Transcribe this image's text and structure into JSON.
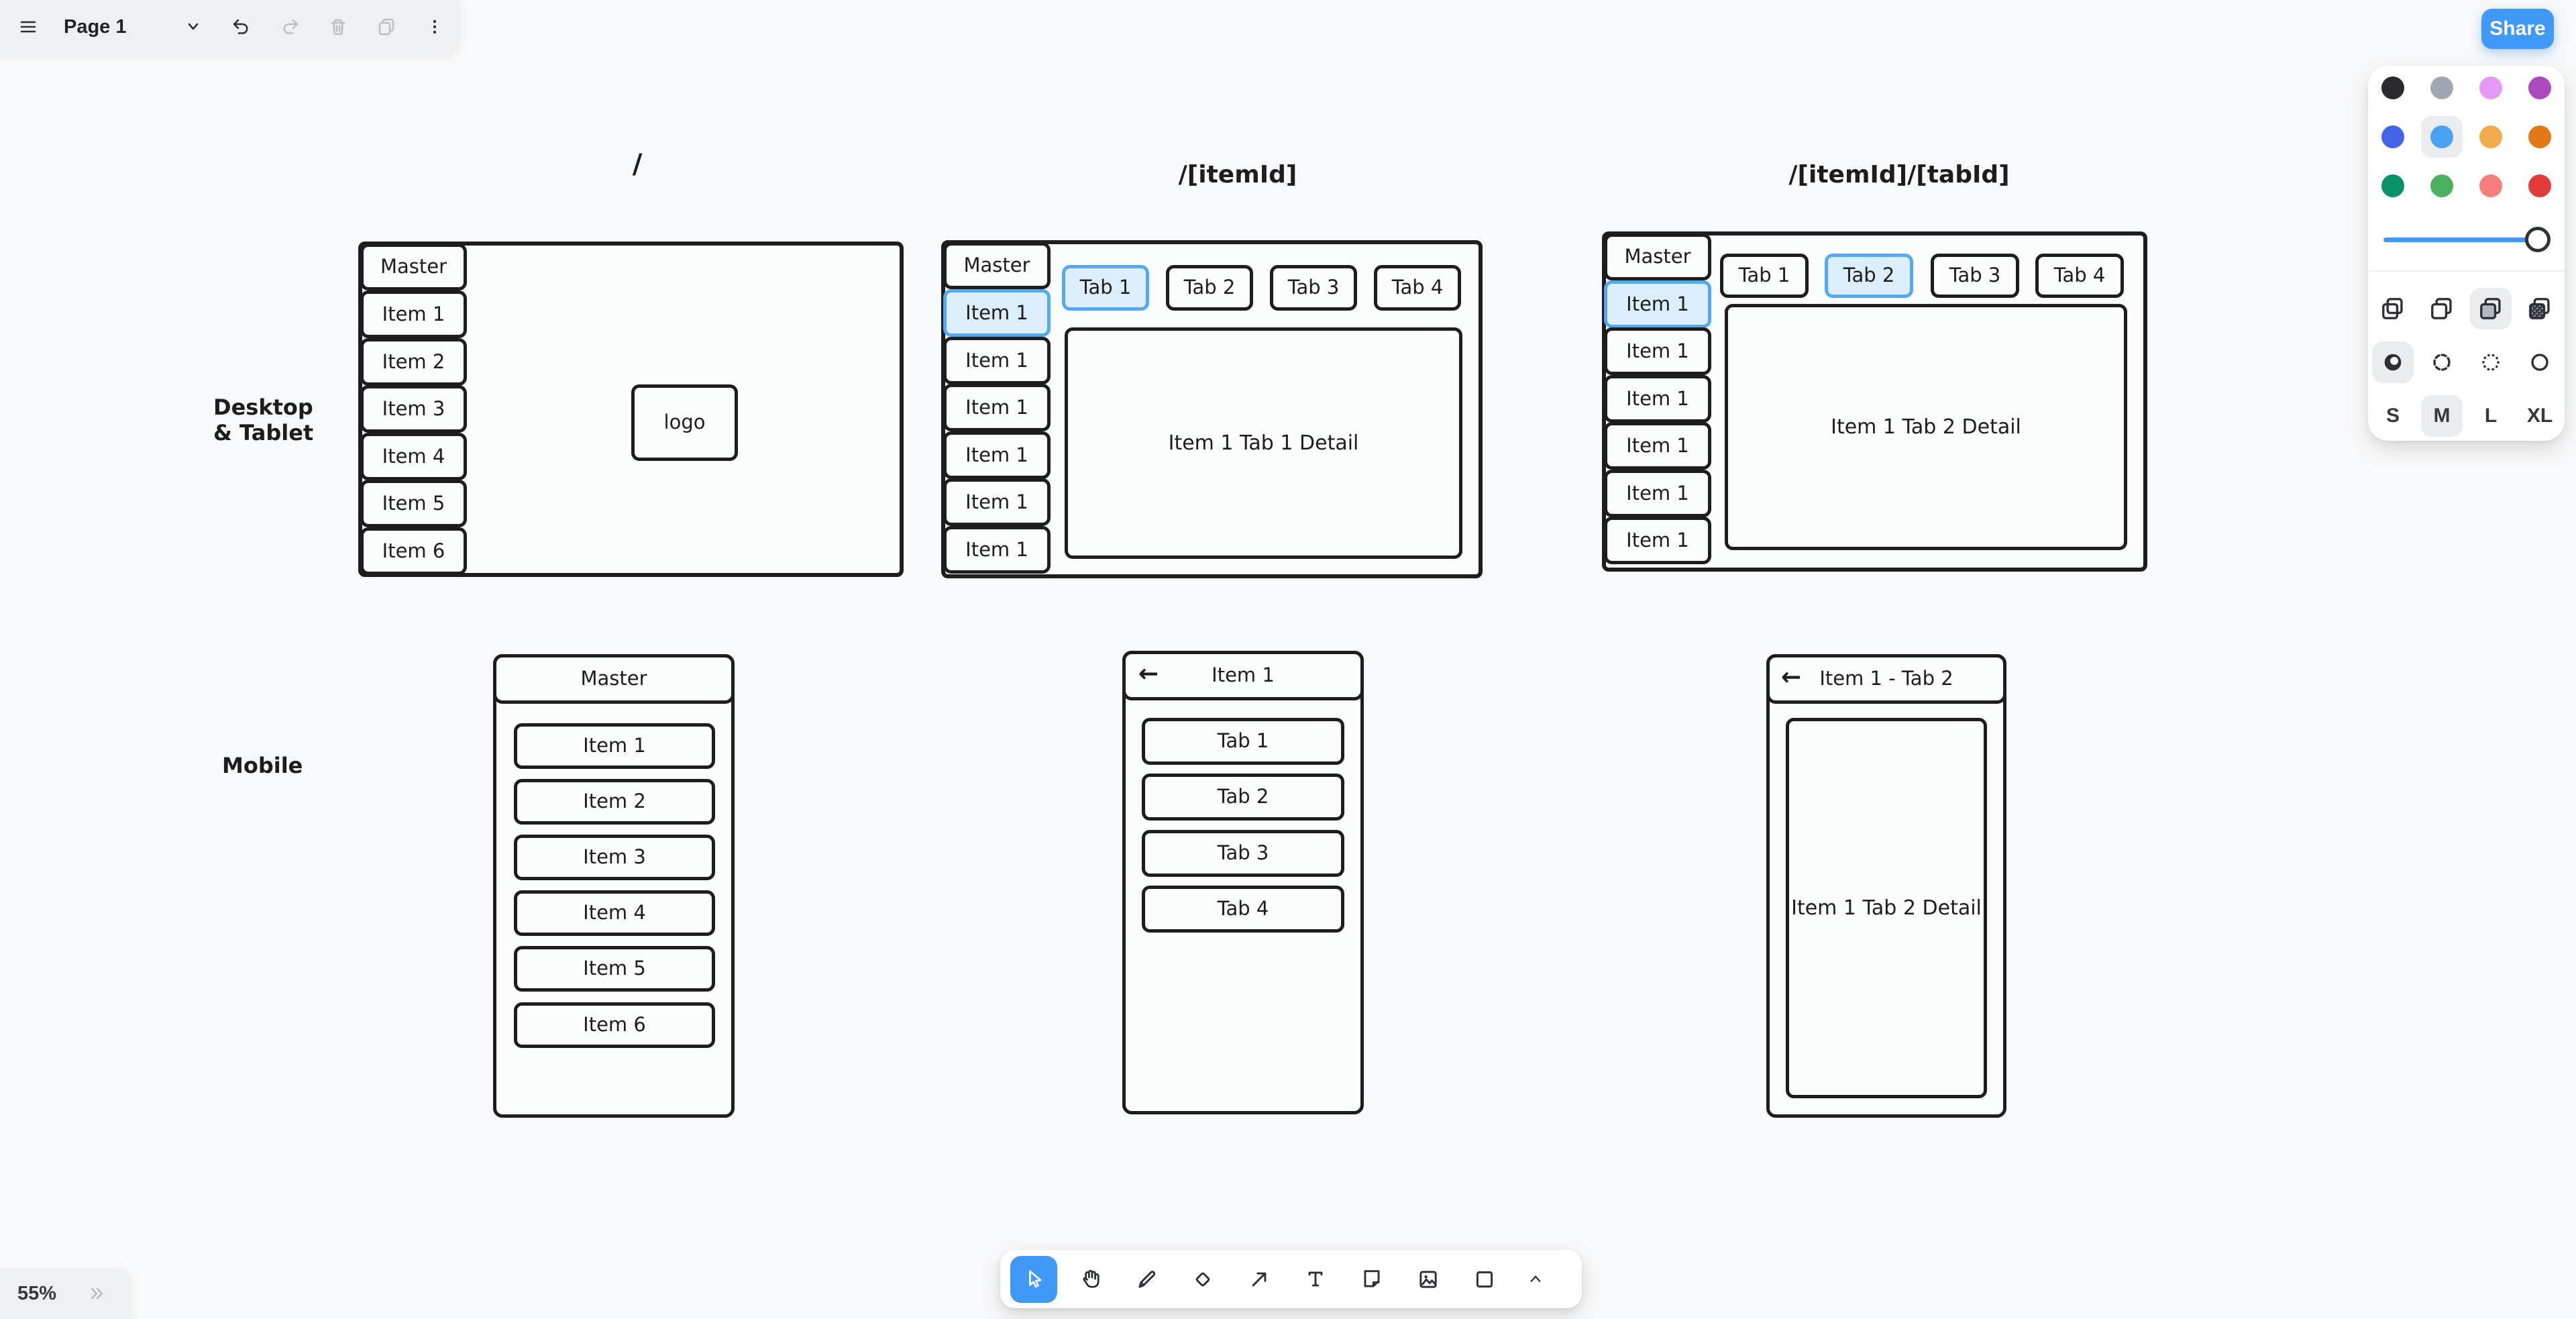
{
  "chrome": {
    "menu": {
      "page_name": "Page 1"
    },
    "share_label": "Share",
    "zoom_level": "55%",
    "accent": "#4099f7",
    "style_panel": {
      "palette": [
        {
          "name": "black",
          "hex": "#29292e"
        },
        {
          "name": "grey",
          "hex": "#9fa8b2"
        },
        {
          "name": "light-violet",
          "hex": "#e599f7"
        },
        {
          "name": "violet",
          "hex": "#ab4abc"
        },
        {
          "name": "blue",
          "hex": "#4465e9"
        },
        {
          "name": "light-blue",
          "hex": "#4ba1f1"
        },
        {
          "name": "yellow",
          "hex": "#f1ac4b"
        },
        {
          "name": "orange",
          "hex": "#e1791b"
        },
        {
          "name": "green",
          "hex": "#099268"
        },
        {
          "name": "light-green",
          "hex": "#4cb05e"
        },
        {
          "name": "light-red",
          "hex": "#f87d7d"
        },
        {
          "name": "red",
          "hex": "#e03c3c"
        }
      ],
      "selected_color": "light-blue",
      "fill_styles": [
        "none",
        "semi",
        "solid",
        "pattern"
      ],
      "selected_fill": "solid",
      "dash_styles": [
        "draw",
        "dashed",
        "dotted",
        "solid"
      ],
      "selected_dash": "draw",
      "sizes": [
        "S",
        "M",
        "L",
        "XL"
      ],
      "selected_size": "M"
    },
    "toolbar": {
      "tools": [
        "select",
        "hand",
        "draw",
        "eraser",
        "arrow",
        "text",
        "note",
        "asset",
        "rectangle",
        "more"
      ],
      "selected_tool": "select"
    }
  },
  "canvas": {
    "labels": {
      "desktop_1": "Desktop",
      "desktop_2": "& Tablet",
      "mobile": "Mobile"
    },
    "desktop_frames": [
      {
        "route": "/",
        "master": "Master",
        "items": [
          "Item 1",
          "Item 2",
          "Item 3",
          "Item 4",
          "Item 5",
          "Item 6"
        ],
        "logo": "logo"
      },
      {
        "route": "/[itemId]",
        "master": "Master",
        "items": [
          "Item 1",
          "Item 1",
          "Item 1",
          "Item 1",
          "Item 1",
          "Item 1"
        ],
        "selected_item_index": 0,
        "tabs": [
          "Tab 1",
          "Tab 2",
          "Tab 3",
          "Tab 4"
        ],
        "selected_tab": "Tab 1",
        "detail": "Item 1 Tab 1 Detail"
      },
      {
        "route": "/[itemId]/[tabId]",
        "master": "Master",
        "items": [
          "Item 1",
          "Item 1",
          "Item 1",
          "Item 1",
          "Item 1",
          "Item 1"
        ],
        "selected_item_index": 0,
        "tabs": [
          "Tab 1",
          "Tab 2",
          "Tab 3",
          "Tab 4"
        ],
        "selected_tab": "Tab 2",
        "detail": "Item 1 Tab 2 Detail"
      }
    ],
    "mobile_frames": [
      {
        "title": "Master",
        "items": [
          "Item 1",
          "Item 2",
          "Item 3",
          "Item 4",
          "Item 5",
          "Item 6"
        ]
      },
      {
        "back": "←",
        "title": "Item 1",
        "items": [
          "Tab 1",
          "Tab 2",
          "Tab 3",
          "Tab 4"
        ]
      },
      {
        "back": "←",
        "title": "Item 1 - Tab 2",
        "detail": "Item 1 Tab 2 Detail"
      }
    ]
  }
}
